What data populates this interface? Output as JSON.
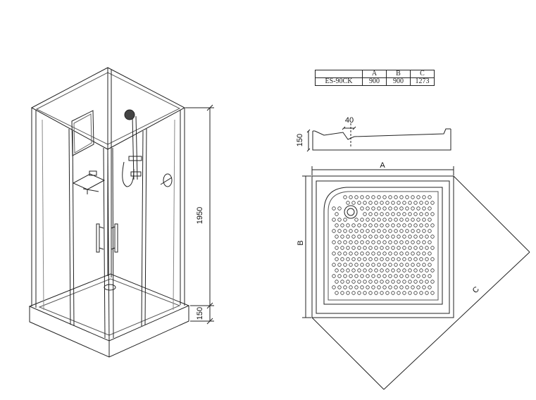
{
  "spec_table": {
    "headers": [
      "",
      "A",
      "B",
      "C"
    ],
    "row": [
      "ES-90CK",
      "900",
      "900",
      "1273"
    ]
  },
  "cabin_dims": {
    "height": "1950",
    "base": "150"
  },
  "tray_section": {
    "width_dim": "40",
    "height_dim": "150"
  },
  "plan_labels": {
    "a": "A",
    "b": "B",
    "c": "C"
  }
}
